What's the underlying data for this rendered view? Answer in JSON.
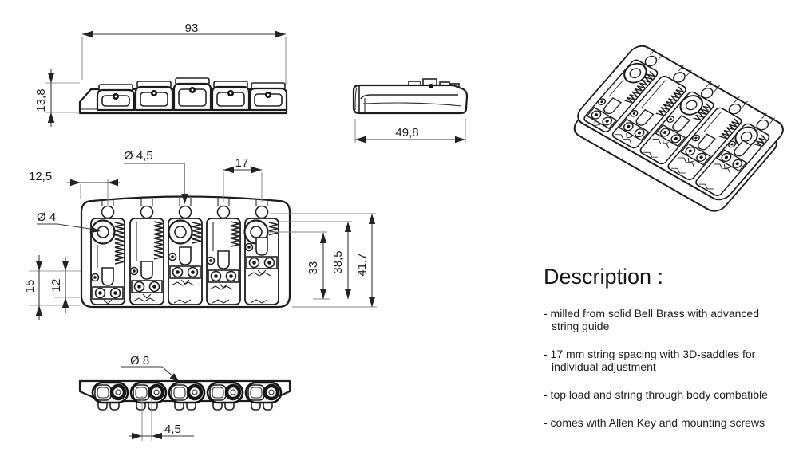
{
  "dims": {
    "rear_width": "93",
    "rear_height": "13,8",
    "side_depth": "49,8",
    "plan_edge_offset": "12,5",
    "plan_string_hole": "Ø 4,5",
    "plan_string_spacing": "17",
    "plan_screw_hole": "Ø 4",
    "plan_h15": "15",
    "plan_h12": "12",
    "plan_d33": "33",
    "plan_d385": "38,5",
    "plan_d417": "41,7",
    "bottom_hole": "Ø 8",
    "bottom_offset": "4,5"
  },
  "description": {
    "title": "Description :",
    "bullets": [
      [
        "- milled from solid Bell Brass with advanced",
        "string guide"
      ],
      [
        "- 17 mm string spacing with 3D-saddles for",
        "individual adjustment"
      ],
      [
        "- top load and string through body combatible"
      ],
      [
        "- comes with Allen Key and mounting screws"
      ]
    ]
  },
  "colors": {
    "line": "#1c1c1c",
    "background": "#ffffff"
  }
}
